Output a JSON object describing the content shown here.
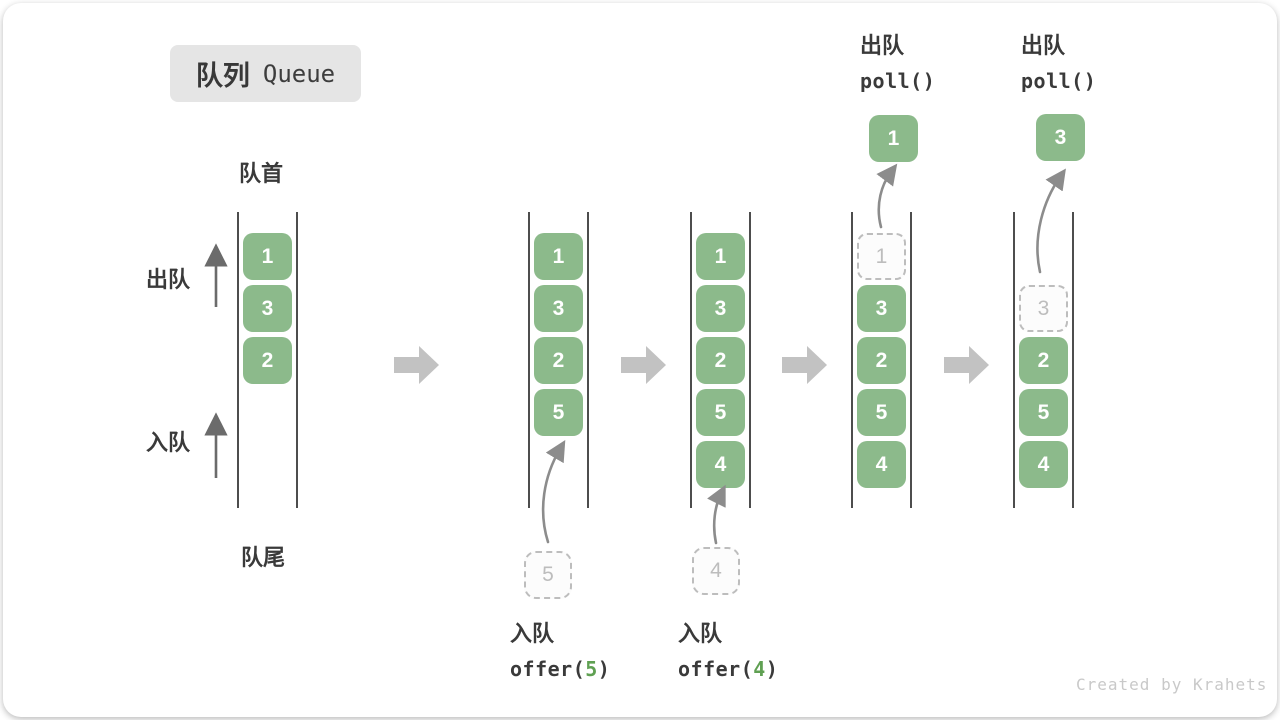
{
  "title": {
    "zh": "队列",
    "en": "Queue"
  },
  "labels": {
    "front": "队首",
    "rear": "队尾",
    "dequeue_side": "出队",
    "enqueue_side": "入队"
  },
  "columns": [
    {
      "green": [
        "1",
        "3",
        "2"
      ]
    },
    {
      "green": [
        "1",
        "3",
        "2",
        "5"
      ],
      "staged": "5"
    },
    {
      "green": [
        "1",
        "3",
        "2",
        "5",
        "4"
      ],
      "staged": "4"
    },
    {
      "green": [
        "3",
        "2",
        "5",
        "4"
      ],
      "dashed": "1",
      "out": "1"
    },
    {
      "green": [
        "2",
        "5",
        "4"
      ],
      "dashed": "3",
      "out": "3"
    }
  ],
  "offer_ops": [
    {
      "label": "入队",
      "code_pre": "offer(",
      "num": "5",
      "code_post": ")"
    },
    {
      "label": "入队",
      "code_pre": "offer(",
      "num": "4",
      "code_post": ")"
    }
  ],
  "poll_ops": [
    {
      "label": "出队",
      "code": "poll()"
    },
    {
      "label": "出队",
      "code": "poll()"
    }
  ],
  "watermark": "Created by Krahets",
  "colors": {
    "box_green": "#8cba8b",
    "code_num_green": "#5fa052",
    "title_bg": "#e5e5e5",
    "block_arrow_gray": "#c2c2c2",
    "curve_arrow_gray": "#8c8c8c",
    "column_line": "#4d4d4d",
    "text_dark": "#3a3a3a",
    "dashed_gray": "#bdbdbd",
    "watermark_gray": "#c9c9c9"
  }
}
